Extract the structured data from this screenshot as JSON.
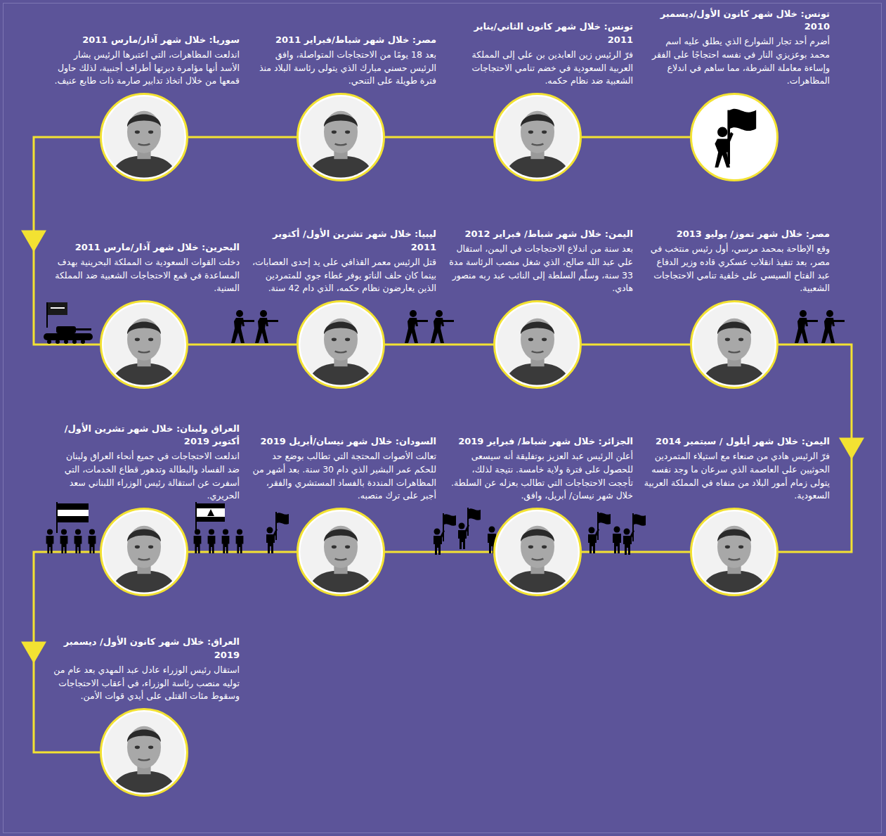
{
  "diagram": {
    "nodes": [
      {
        "text": [
          "تونس: خلال شهر كانون الأول/ديسمبر 2010",
          "أضرم أحد تجار الشوارع الذي يطلق عليه اسم محمد بوعزيزي النار في نفسه احتجاجًا على الفقر وإساءة معاملة الشرطة، مما ساهم في اندلاع المظاهرات."
        ]
      },
      {
        "text": [
          "تونس: خلال شهر كانون الثاني/يناير 2011",
          "فرّ الرئيس زين العابدين بن علي إلى المملكة العربية السعودية في خضم تنامي الاحتجاجات الشعبية ضد نظام حكمه."
        ]
      },
      {
        "text": [
          "مصر: خلال شهر شباط/فبراير 2011",
          "بعد 18 يومًا من الاحتجاجات المتواصلة، وافق الرئيس حسني مبارك الذي يتولى رئاسة البلاد منذ فترة طويلة على التنحي."
        ]
      },
      {
        "text": [
          "سوريا: خلال شهر آذار/مارس 2011",
          "اندلعت المظاهرات، التي اعتبرها الرئيس بشار الأسد أنها مؤامرة دبرتها أطراف أجنبية، لذلك حاول قمعها من خلال اتخاذ تدابير صارمة ذات طابع عنيف."
        ]
      },
      {
        "text": [
          "البحرين: خلال شهر آذار/مارس 2011",
          "دخلت القوات السعودية ت المملكة البحرينية بهدف المساعدة في قمع الاحتجاجات الشعبية ضد المملكة السنية."
        ]
      },
      {
        "text": [
          "ليبيا: خلال شهر تشرين الأول/ أكتوبر 2011",
          "قتل الرئيس معمر القذافي على يد إحدى العصابات، بينما كان حلف الناتو يوفر غطاء جوي للمتمردين الذين يعارضون نظام حكمه، الذي دام 42 سنة."
        ]
      },
      {
        "text": [
          "اليمن: خلال شهر شباط/ فبراير 2012",
          "بعد سنة من اندلاع الاحتجاجات في اليمن، استقال علي عبد الله صالح، الذي شغل منصب الرئاسة مدة 33 سنة، وسلّم السلطة إلى النائب عبد ربه منصور هادي."
        ]
      },
      {
        "text": [
          "مصر: خلال شهر تموز/ يوليو 2013",
          "وقع الإطاحة بمحمد مرسي، أول رئيس منتخب في مصر، بعد تنفيذ انقلاب عسكري قاده وزير الدفاع عبد الفتاح السيسي على خلفية تنامي الاحتجاجات الشعبية."
        ]
      },
      {
        "text": [
          "اليمن: خلال شهر أيلول / سبتمبر 2014",
          "فرّ الرئيس هادي من صنعاء مع استيلاء المتمردين الحوثيين على العاصمة الذي سرعان ما وجد نفسه يتولى زمام أمور البلاد من منفاه في المملكة العربية السعودية."
        ]
      },
      {
        "text": [
          "الجزائر: خلال شهر شباط/ فبراير 2019",
          "أعلن الرئيس عبد العزيز بوتفليقة أنه سيسعى للحصول على فترة ولاية خامسة. نتيجة لذلك، تأججت الاحتجاجات التي تطالب بعزله عن السلطة. خلال شهر نيسان/ أبريل، وافق."
        ]
      },
      {
        "text": [
          "السودان: خلال شهر نيسان/أبريل 2019",
          "تعالت الأصوات المحتجة التي تطالب بوضع حد للحكم عمر البشير الذي دام 30 سنة. بعد أشهر من المظاهرات المنددة بالفساد المستشري والفقر، أجبر على ترك منصبه."
        ]
      },
      {
        "text": [
          "العراق ولبنان: خلال شهر تشرين الأول/أكتوبر 2019",
          "اندلعت الاحتجاجات في جميع أنحاء العراق ولبنان ضد الفساد والبطالة وتدهور قطاع الخدمات، التي أسفرت عن استقالة رئيس الوزراء اللبناني سعد الحريري."
        ]
      },
      {
        "text": [
          "العراق: خلال شهر كانون الأول/ ديسمبر 2019",
          "استقال رئيس الوزراء عادل عبد المهدي بعد عام من توليه منصب رئاسة الوزراء، في أعقاب الاحتجاجات وسقوط مئات القتلى على أيدي قوات الأمن."
        ]
      }
    ],
    "edges": [
      {
        "from": 0,
        "to": 1,
        "arrow": "none"
      },
      {
        "from": 1,
        "to": 2,
        "arrow": "none"
      },
      {
        "from": 2,
        "to": 3,
        "arrow": "none"
      },
      {
        "from": 3,
        "to": 4,
        "arrow": "to"
      },
      {
        "from": 4,
        "to": 5,
        "arrow": "none"
      },
      {
        "from": 5,
        "to": 6,
        "arrow": "none"
      },
      {
        "from": 6,
        "to": 7,
        "arrow": "none"
      },
      {
        "from": 7,
        "to": 8,
        "arrow": "to"
      },
      {
        "from": 8,
        "to": 9,
        "arrow": "none"
      },
      {
        "from": 9,
        "to": 10,
        "arrow": "none"
      },
      {
        "from": 10,
        "to": 11,
        "arrow": "none"
      },
      {
        "from": 11,
        "to": 12,
        "arrow": "to"
      }
    ]
  }
}
